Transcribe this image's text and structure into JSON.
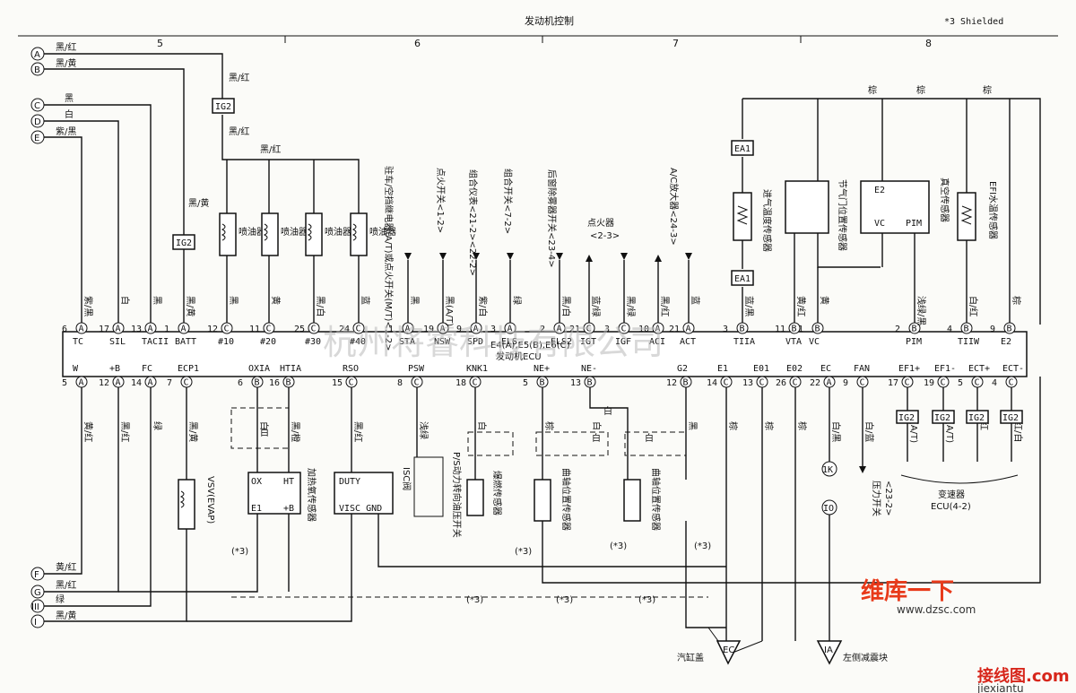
{
  "header": {
    "title": "发动机控制",
    "shielded": "*3 Shielded"
  },
  "columns": [
    "5",
    "6",
    "7",
    "8"
  ],
  "connectors_left": [
    "A",
    "B",
    "C",
    "D",
    "E"
  ],
  "connectors_left_bottom": [
    "F",
    "G",
    "III",
    "I"
  ],
  "left_wire_colors": [
    "黑/红",
    "黑/黄",
    "黑",
    "白",
    "紫/黑"
  ],
  "left_bottom_colors": [
    "黄/红",
    "黑/红",
    "绿",
    "黑/黄"
  ],
  "ecu": {
    "name1": "E4(A),E5(B),E6(C)",
    "name2": "发动机ECU",
    "top_pins": [
      {
        "num": "6",
        "side": "A",
        "sig": "TC",
        "color": "紫/黑"
      },
      {
        "num": "17",
        "side": "A",
        "sig": "SIL",
        "color": "白"
      },
      {
        "num": "13",
        "side": "A",
        "sig": "TACII",
        "color": "黑"
      },
      {
        "num": "1",
        "side": "A",
        "sig": "BATT",
        "color": "黑/黄"
      },
      {
        "num": "12",
        "side": "C",
        "sig": "#10",
        "color": "黑"
      },
      {
        "num": "11",
        "side": "C",
        "sig": "#20",
        "color": "黄"
      },
      {
        "num": "25",
        "side": "C",
        "sig": "#30",
        "color": "黑/白"
      },
      {
        "num": "24",
        "side": "C",
        "sig": "#40",
        "color": "蓝"
      },
      {
        "num": "1",
        "side": "A",
        "sig": "STA",
        "color": "黑"
      },
      {
        "num": "19",
        "side": "A",
        "sig": "NSW",
        "color": "黑(A/T)"
      },
      {
        "num": "9",
        "side": "A",
        "sig": "SPD",
        "color": "紫/白"
      },
      {
        "num": "3",
        "side": "A",
        "sig": "ELS",
        "color": "绿"
      },
      {
        "num": "2",
        "side": "A",
        "sig": "ELS2",
        "color": "黑/白"
      },
      {
        "num": "21",
        "side": "C",
        "sig": "IGT",
        "color": "蓝/绿"
      },
      {
        "num": "3",
        "side": "C",
        "sig": "IGF",
        "color": "黑/绿"
      },
      {
        "num": "10",
        "side": "A",
        "sig": "ACI",
        "color": "黑/红"
      },
      {
        "num": "21",
        "side": "A",
        "sig": "ACT",
        "color": "蓝"
      },
      {
        "num": "3",
        "side": "B",
        "sig": "TIIA",
        "color": "蓝/黑"
      },
      {
        "num": "11",
        "side": "B",
        "sig": "VTA",
        "color": "黄/红"
      },
      {
        "num": "1",
        "side": "B",
        "sig": "VC",
        "color": "黄"
      },
      {
        "num": "2",
        "side": "B",
        "sig": "PIM",
        "color": "浅绿/黑"
      },
      {
        "num": "4",
        "side": "B",
        "sig": "TIIW",
        "color": "白/红"
      },
      {
        "num": "9",
        "side": "B",
        "sig": "E2",
        "color": "棕"
      }
    ],
    "bottom_pins": [
      {
        "num": "5",
        "side": "A",
        "sig": "W",
        "color": "黄/红"
      },
      {
        "num": "12",
        "side": "A",
        "sig": "+B",
        "color": "黑/红"
      },
      {
        "num": "14",
        "side": "A",
        "sig": "FC",
        "color": "绿"
      },
      {
        "num": "7",
        "side": "C",
        "sig": "ECP1",
        "color": "黑/黄"
      },
      {
        "num": "6",
        "side": "B",
        "sig": "OXIA",
        "color": "白"
      },
      {
        "num": "16",
        "side": "B",
        "sig": "HTIA",
        "color": "黑/橙"
      },
      {
        "num": "15",
        "side": "C",
        "sig": "RSO",
        "color": "黑/红"
      },
      {
        "num": "8",
        "side": "C",
        "sig": "PSW",
        "color": "浅绿"
      },
      {
        "num": "18",
        "side": "C",
        "sig": "KNK1",
        "color": "白"
      },
      {
        "num": "5",
        "side": "B",
        "sig": "NE+",
        "color": "棕"
      },
      {
        "num": "13",
        "side": "B",
        "sig": "NE-",
        "color": "白"
      },
      {
        "num": "12",
        "side": "B",
        "sig": "G2",
        "color": "黑"
      },
      {
        "num": "14",
        "side": "C",
        "sig": "E1",
        "color": "棕"
      },
      {
        "num": "13",
        "side": "C",
        "sig": "E01",
        "color": "棕"
      },
      {
        "num": "26",
        "side": "C",
        "sig": "E02",
        "color": "棕"
      },
      {
        "num": "22",
        "side": "A",
        "sig": "EC",
        "color": "白/黑"
      },
      {
        "num": "9",
        "side": "C",
        "sig": "FAN",
        "color": "白/蓝"
      },
      {
        "num": "17",
        "side": "C",
        "sig": "EF1+",
        "color": "(A/T)"
      },
      {
        "num": "19",
        "side": "C",
        "sig": "EF1-",
        "color": "(A/T)"
      },
      {
        "num": "5",
        "side": "C",
        "sig": "ECT+",
        "color": "红"
      },
      {
        "num": "4",
        "side": "C",
        "sig": "ECT-",
        "color": "红/白"
      }
    ]
  },
  "components": {
    "ig2": "IG2",
    "ea1": "EA1",
    "injector": "喷油器",
    "stop_relay": "驻车/空挡继电器(A/T)或点火开关(M/T)<1-2>",
    "ignition_switch": "点火开关<1-2>",
    "meter": "组合仪表<21-2><22-2>",
    "combo_switch": "组合开关<7-2>",
    "defog": "后窗除雾器开关<23-4>",
    "igniter": "点火器",
    "igniter_ref": "<2-3>",
    "ac_amp": "A/C放大器<24-3>",
    "intake_temp": "进气温度传感器",
    "throttle": "节气门位置传感器",
    "vacuum": "真空传感器",
    "water_temp": "EFI水温传感器",
    "o2": "加热氧传感器",
    "isc": "ISC阀",
    "ps_switch": "P/S动力转向油压开关",
    "knock": "爆燃传感器",
    "crank": "曲轴位置传感器",
    "cam": "曲轴位置传感器",
    "vsv": "VSV(EVAP)",
    "pressure_sw": "压力开关",
    "pressure_ref": "<23-2>",
    "ecu_trans": "变速器",
    "ecu_trans_ref": "ECU(4-2)",
    "ec_ground": "汽缸盖",
    "ec_label": "EC",
    "ia_ground": "左侧减震块",
    "ia_label": "IA",
    "connector_1k": "1K",
    "connector_io": "IO",
    "shield": "(*3)",
    "brown": "棕",
    "white": "白",
    "black": "黑",
    "yellow": "黄",
    "red": "红",
    "blk_red": "黑/红",
    "blk_yel": "黑/黄",
    "blk_org": "黑/橙",
    "wht_blk": "白/黑"
  },
  "watermark": {
    "cn": "杭州将睿科技有限公司",
    "brand": "维库一下",
    "url": "www.dzsc.com",
    "site": "接线图.com",
    "site2": "jiexiantu"
  }
}
